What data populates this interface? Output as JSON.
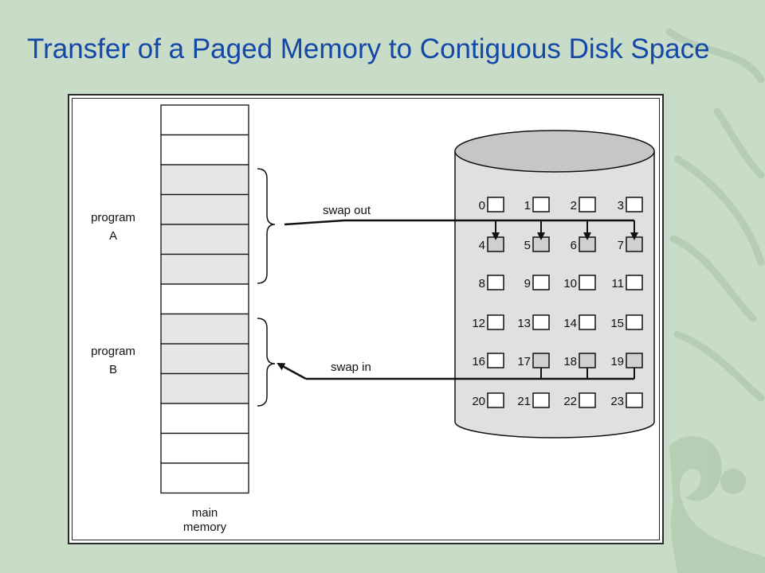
{
  "title": "Transfer of a Paged Memory to Contiguous Disk Space",
  "colors": {
    "background": "#c9dcc8",
    "title": "#1448a8",
    "frame_shaded": "#e6e6e6",
    "disk_body": "#e0e0e0",
    "disk_top": "#c6c6c6"
  },
  "memory": {
    "label_line1": "main",
    "label_line2": "memory",
    "frame_count": 13,
    "program_a": {
      "label_line1": "program",
      "label_line2": "A",
      "frames": [
        2,
        3,
        4,
        5
      ]
    },
    "program_b": {
      "label_line1": "program",
      "label_line2": "B",
      "frames": [
        7,
        8,
        9
      ]
    }
  },
  "transfers": {
    "swap_out": {
      "label": "swap out",
      "blocks": [
        4,
        5,
        6,
        7
      ]
    },
    "swap_in": {
      "label": "swap in",
      "blocks": [
        16,
        17,
        18,
        19
      ]
    }
  },
  "disk": {
    "blocks": [
      "0",
      "1",
      "2",
      "3",
      "4",
      "5",
      "6",
      "7",
      "8",
      "9",
      "10",
      "11",
      "12",
      "13",
      "14",
      "15",
      "16",
      "17",
      "18",
      "19",
      "20",
      "21",
      "22",
      "23"
    ],
    "shaded_blocks": [
      4,
      5,
      6,
      7,
      17,
      18,
      19
    ]
  }
}
